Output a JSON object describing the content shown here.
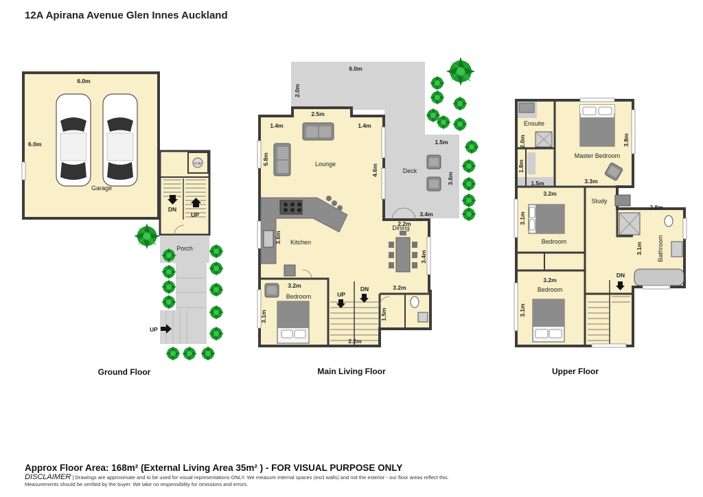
{
  "title": "12A Apirana Avenue Glen Innes Auckland",
  "floors": {
    "ground": {
      "label": "Ground Floor",
      "rooms": {
        "garage": "Garage",
        "porch": "Porch"
      },
      "dims": {
        "garage_w": "6.0m",
        "garage_h": "6.0m"
      },
      "tags": {
        "dn": "DN",
        "up": "UP",
        "up_ext": "UP",
        "hw": "H W"
      }
    },
    "main": {
      "label": "Main Living Floor",
      "rooms": {
        "lounge": "Lounge",
        "kitchen": "Kitchen",
        "dining": "Dining",
        "deck": "Deck",
        "bedroom": "Bedroom"
      },
      "dims": {
        "top_w": "6.0m",
        "top_h": "2.0m",
        "w25": "2.5m",
        "l14a": "1.4m",
        "l14b": "1.4m",
        "h58": "5.8m",
        "h46": "4.6m",
        "d15": "1.5m",
        "d36": "3.6m",
        "d34": "3.4m",
        "dn22": "2.2m",
        "k36": "3.6m",
        "h34": "3.4m",
        "bw32": "3.2m",
        "bh31": "3.1m",
        "w32": "3.2m",
        "h15": "1.5m",
        "b22": "2.2m"
      },
      "tags": {
        "up": "UP",
        "dn": "DN"
      }
    },
    "upper": {
      "label": "Upper Floor",
      "rooms": {
        "ensuite": "Ensuite",
        "master": "Master Bedroom",
        "study": "Study",
        "bedroom1": "Bedroom",
        "bedroom2": "Bedroom",
        "bathroom": "Bathroom"
      },
      "dims": {
        "e20": "2.0m",
        "e18": "1.8m",
        "e15": "1.5m",
        "m38": "3.8m",
        "m33": "3.3m",
        "b32a": "3.2m",
        "b31a": "3.1m",
        "w28": "2.8m",
        "bt31": "3.1m",
        "b32b": "3.2m",
        "b31b": "3.1m"
      },
      "tags": {
        "dn": "DN"
      }
    }
  },
  "footer": {
    "area": "Approx Floor Area: 168m² (External Living Area 35m² ) - FOR VISUAL PURPOSE ONLY",
    "disclaimer_label": "DISCLAIMER",
    "disclaimer_text": " | Drawings are approximate and to be used for visual representations ONLY. We measure internal spaces (excl walls) and not the exterior - our floor areas reflect this.",
    "disclaimer_text2": "Measurements should be verified by the buyer. We take no responsibility for omissions and errors."
  },
  "colors": {
    "floor": "#f9efc8",
    "wall": "#3c3c3c",
    "deck": "#d4d4d4",
    "furniture": "#8c8c8c",
    "tree": "#1f9d2e",
    "tile": "#cfcfcf"
  }
}
